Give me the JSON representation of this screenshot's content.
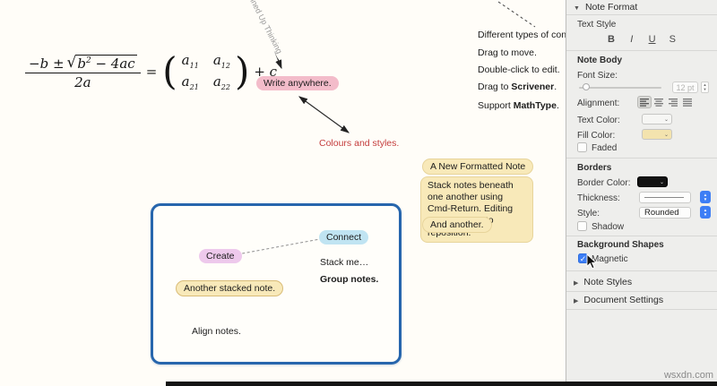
{
  "canvas": {
    "rotated_label": "Joined Up Thinking",
    "formula": {
      "num_prefix": "−b ±",
      "sqrt": "√",
      "rad_base": "b",
      "rad_sup": "2",
      "rad_rest": " − 4ac",
      "denominator": "2a",
      "equals": "=",
      "var_a": "a",
      "s11": "11",
      "s12": "12",
      "s21": "21",
      "s22": "22",
      "suffix": "+ c"
    },
    "write_anywhere": "Write anywhere.",
    "colours_styles": "Colours and styles.",
    "tips": [
      {
        "pre": "Different types of connecti",
        "bold": "",
        "suf": ""
      },
      {
        "pre": "Drag to move.",
        "bold": "",
        "suf": ""
      },
      {
        "pre": "Double-click to edit.",
        "bold": "",
        "suf": ""
      },
      {
        "pre": "Drag to ",
        "bold": "Scrivener",
        "suf": "."
      },
      {
        "pre": "Support ",
        "bold": "MathType",
        "suf": "."
      }
    ],
    "new_formatted": "A New Formatted Note",
    "stack_note": "Stack notes beneath one another using Cmd-Return. Editing causes notes to reposition.",
    "and_another": "And another.",
    "create": "Create",
    "connect": "Connect",
    "stack_me": "Stack me…",
    "group_notes": "Group notes.",
    "another_stacked": "Another stacked note.",
    "align_notes": "Align notes.",
    "colors": {
      "pink_note": "#f3bcca",
      "violet_note": "#eec9ec",
      "blue_note": "#c0e4f2",
      "yellow_note": "#f8e9b9",
      "red_text": "#c43c3c",
      "shape_border": "#2766ad"
    }
  },
  "inspector": {
    "header": "Note Format",
    "text_style": {
      "label": "Text Style",
      "bold": "B",
      "italic": "I",
      "underline": "U",
      "strike": "S"
    },
    "note_body": {
      "label": "Note Body",
      "font_size_label": "Font Size:",
      "font_size_value": "12 pt",
      "alignment_label": "Alignment:",
      "text_color_label": "Text Color:",
      "fill_color_label": "Fill Color:",
      "faded_label": "Faded"
    },
    "borders": {
      "label": "Borders",
      "border_color_label": "Border Color:",
      "thickness_label": "Thickness:",
      "style_label": "Style:",
      "style_value": "Rounded",
      "shadow_label": "Shadow"
    },
    "background_shapes": {
      "label": "Background Shapes",
      "magnetic_label": "Magnetic",
      "magnetic_checked": true
    },
    "collapsed_sections": [
      {
        "label": "Note Styles"
      },
      {
        "label": "Document Settings"
      }
    ],
    "accent_blue": "#3d7ef5",
    "check_glyph": "✓"
  },
  "watermark": "wsxdn.com"
}
